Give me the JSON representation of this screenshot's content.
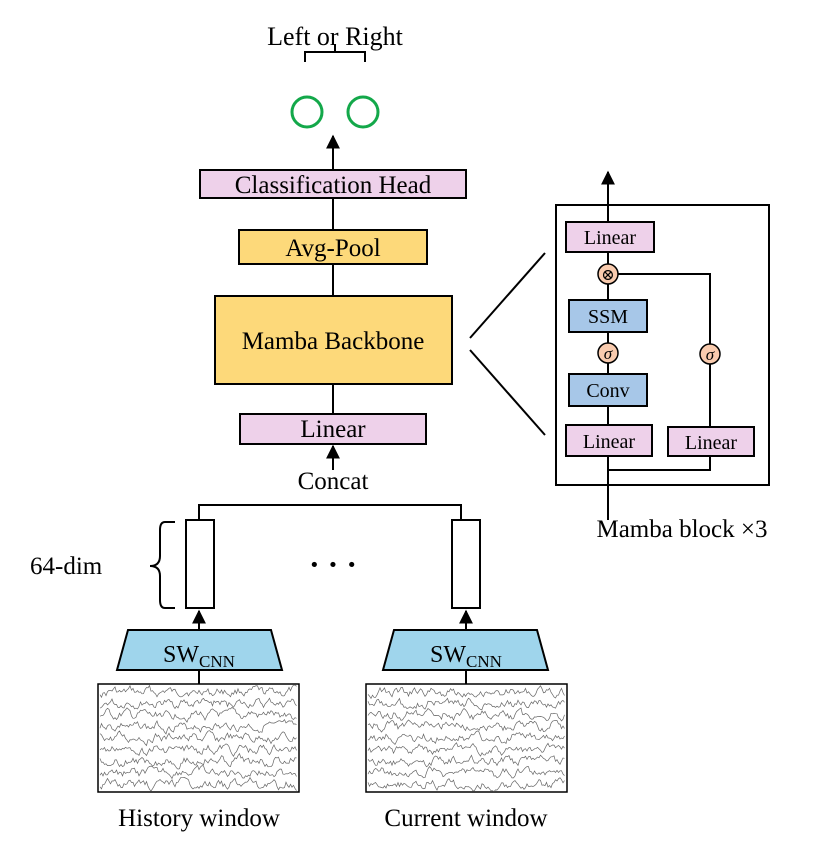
{
  "output": {
    "label": "Left or Right"
  },
  "blocks": {
    "classification_head": "Classification Head",
    "avg_pool": "Avg-Pool",
    "backbone": "Mamba Backbone",
    "linear": "Linear",
    "concat": "Concat"
  },
  "dim_label": "64-dim",
  "ellipsis": "· · ·",
  "encoders": [
    {
      "main": "SW",
      "sub": "CNN"
    },
    {
      "main": "SW",
      "sub": "CNN"
    }
  ],
  "windows": {
    "history": "History window",
    "current": "Current window"
  },
  "mamba_block": {
    "caption": "Mamba block ×3",
    "linear_top": "Linear",
    "ssm": "SSM",
    "conv": "Conv",
    "linear_left": "Linear",
    "linear_right": "Linear",
    "multiply_symbol": "⊗",
    "sigma_symbol": "σ"
  },
  "colors": {
    "pink": "#eed1ea",
    "yellow": "#fdd97a",
    "blue_block": "#a7c7e8",
    "cnn_blue": "#9fd5ec",
    "op_circle": "#f9cbae",
    "output_circle": "#13a84a"
  }
}
